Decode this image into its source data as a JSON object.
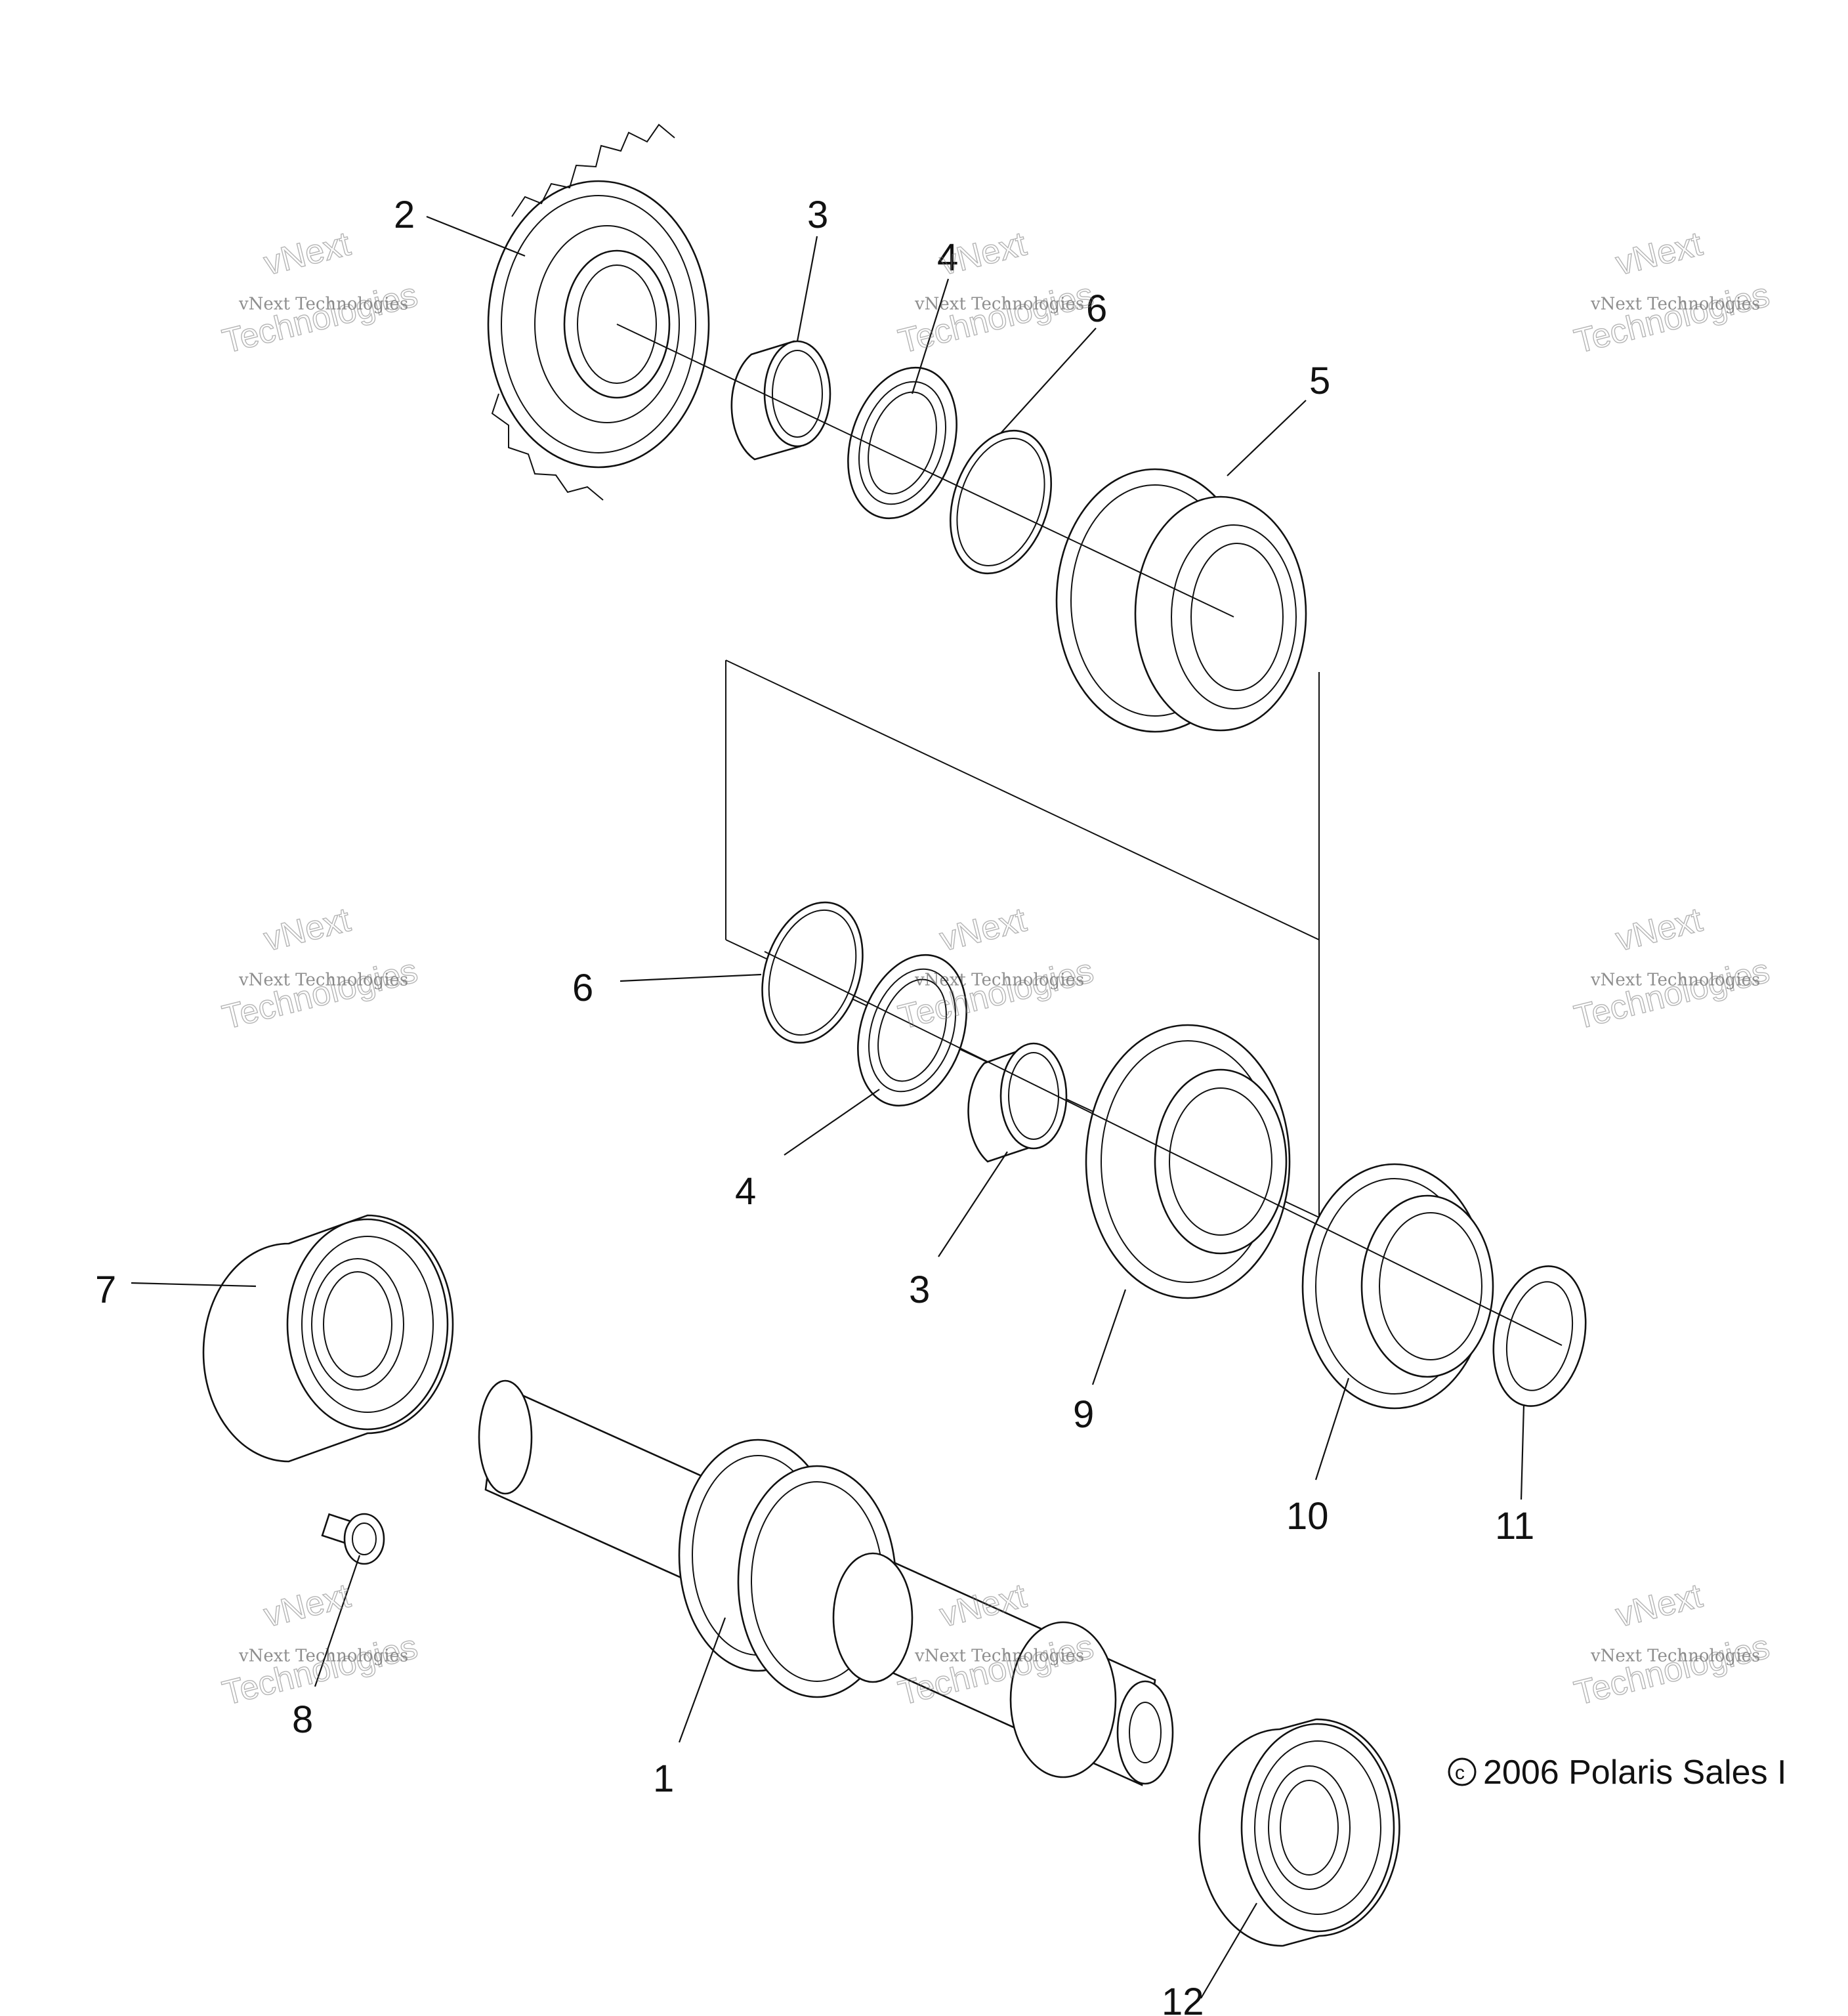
{
  "callouts": [
    "1",
    "2",
    "3",
    "4",
    "5",
    "6",
    "7",
    "8",
    "9",
    "10",
    "11",
    "12"
  ],
  "copyright": "2006 Polaris Sales I",
  "watermark": {
    "brand": "vNext",
    "line1": "vNext Technologies",
    "line2": "Technologies"
  },
  "colors": {
    "line": "#111111",
    "background": "#ffffff",
    "watermark": "#777777"
  }
}
